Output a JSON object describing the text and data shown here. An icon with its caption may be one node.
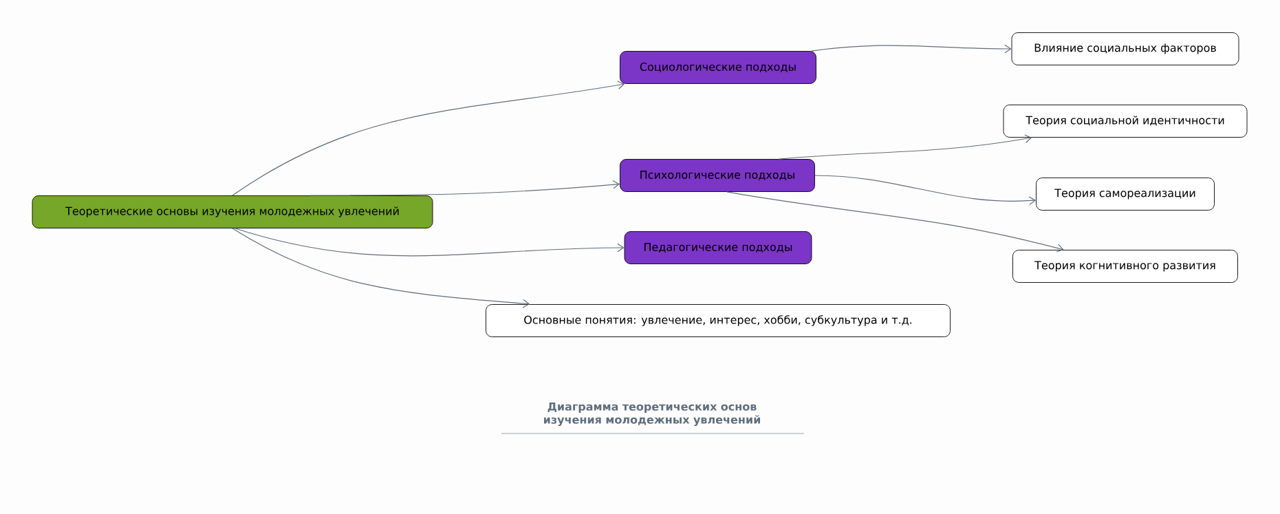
{
  "diagram": {
    "caption": "Диаграмма теоретических основ изучения молодежных увлечений",
    "nodes": [
      {
        "text": [
          "Теоретические основы изучения молодежных увлечений"
        ]
      },
      {
        "text": [
          "Социологические подходы"
        ]
      },
      {
        "text": [
          "Психологические подходы"
        ]
      },
      {
        "text": [
          "Педагогические подходы"
        ]
      },
      {
        "text": [
          "Основные понятия: увлечение, интерес, хобби, субкультура и т.д."
        ]
      },
      {
        "text": [
          "Влияние социальных факторов"
        ]
      },
      {
        "text": [
          "Теория социальной идентичности"
        ]
      },
      {
        "text": [
          "Теория самореализации"
        ]
      },
      {
        "text": [
          "Теория когнитивного развития"
        ]
      }
    ],
    "edges": [
      {
        "from": 0,
        "to": 1,
        "arrow": "to"
      },
      {
        "from": 0,
        "to": 2,
        "arrow": "to"
      },
      {
        "from": 0,
        "to": 3,
        "arrow": "to"
      },
      {
        "from": 0,
        "to": 4,
        "arrow": "to"
      },
      {
        "from": 1,
        "to": 5,
        "arrow": "to"
      },
      {
        "from": 2,
        "to": 6,
        "arrow": "to"
      },
      {
        "from": 2,
        "to": 7,
        "arrow": "to"
      },
      {
        "from": 2,
        "to": 8,
        "arrow": "to"
      }
    ]
  }
}
